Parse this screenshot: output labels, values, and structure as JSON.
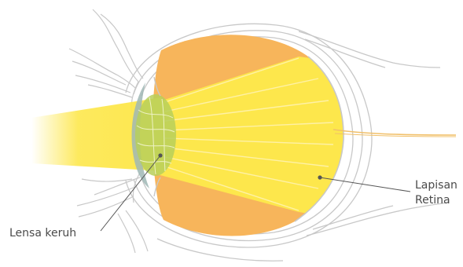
{
  "labels": {
    "cloudy_lens": "Lensa keruh",
    "retina_line1": "Lapisan",
    "retina_line2": "Retina"
  },
  "colors": {
    "light_beam": "#fde74c",
    "vitreous": "#f7b55b",
    "lens_cloudy": "#b7cf5a",
    "cornea": "#9fb7b5",
    "outline": "#c8c8c8",
    "leader_line": "#555555"
  }
}
